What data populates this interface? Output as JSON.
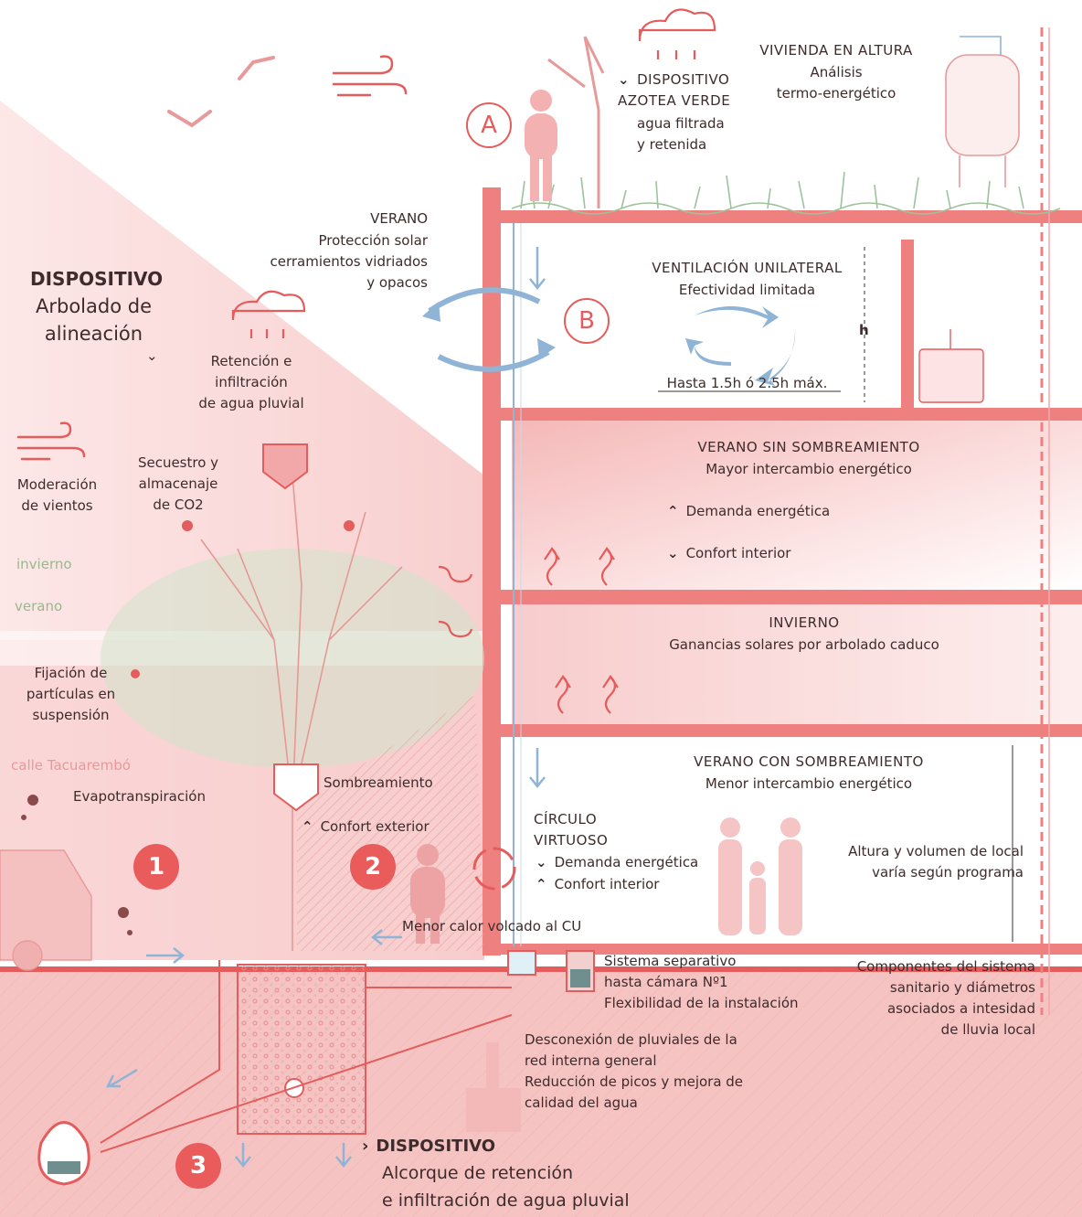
{
  "colors": {
    "accent_red": "#e45c5c",
    "soft_pink": "#f6caca",
    "ground_pink": "#f3b8b8",
    "water_blue": "#8fb4d6",
    "vegetation_green": "#9cc39a",
    "text": "#3e2b2b"
  },
  "icons": [
    "wind-icon",
    "cloud-rain-icon",
    "bird-icon",
    "tree-icon",
    "person-icon",
    "car-icon",
    "water-tank-icon",
    "airflow-arrows-icon",
    "heat-wave-icon",
    "cycle-arrows-icon",
    "manhole-icon"
  ],
  "markers": {
    "a": "A",
    "b": "B",
    "one": "1",
    "two": "2",
    "three": "3"
  },
  "roof": {
    "device_title": "DISPOSITIVO\nAZOTEA VERDE",
    "device_desc": "agua filtrada\ny retenida",
    "dwelling_title": "VIVIENDA EN ALTURA",
    "dwelling_desc": "Análisis\ntermo-energético"
  },
  "facade": {
    "summer_title": "VERANO",
    "summer_desc": "Protección solar\ncerramientos vidriados\ny opacos"
  },
  "street_tree": {
    "device_label": "DISPOSITIVO",
    "device_name": "Arbolado de\nalineación",
    "rain": "Retención e\ninfiltración\nde agua pluvial",
    "wind": "Moderación\nde vientos",
    "co2": "Secuestro y\nalmacenaje\nde CO2",
    "winter": "invierno",
    "summer": "verano",
    "particles": "Fijación de\npartículas en\nsuspensión",
    "street": "calle Tacuarembó",
    "evapo": "Evapotranspiración",
    "shade": "Sombreamiento",
    "comfort_ext": "Confort exterior"
  },
  "ventilation": {
    "title": "VENTILACIÓN UNILATERAL",
    "subtitle": "Efectividad limitada",
    "h": "h",
    "limit": "Hasta 1.5h ó 2.5h máx."
  },
  "summer_no_shade": {
    "title": "VERANO SIN SOMBREAMIENTO",
    "subtitle": "Mayor intercambio energético",
    "demand": "Demanda energética",
    "comfort": "Confort interior"
  },
  "winter": {
    "title": "INVIERNO",
    "subtitle": "Ganancias solares por arbolado caduco"
  },
  "summer_shade": {
    "title": "VERANO CON SOMBREAMIENTO",
    "subtitle": "Menor intercambio energético",
    "circle": "CÍRCULO\nVIRTUOSO",
    "demand": "Demanda energética",
    "comfort": "Confort interior",
    "height": "Altura y volumen de local\nvaría según programa",
    "heat": "Menor calor volcado al CU"
  },
  "drainage": {
    "separative": "Sistema separativo\nhasta cámara Nº1\nFlexibilidad de la instalación",
    "components": "Componentes del sistema\nsanitario y diámetros\nasociados a intesidad\nde lluvia local",
    "disconnection": "Desconexión de pluviales de la\nred interna general\nReducción de picos y mejora de\ncalidad del agua",
    "device_label": "DISPOSITIVO",
    "device_name": "Alcorque de retención\ne infiltración de agua pluvial"
  }
}
